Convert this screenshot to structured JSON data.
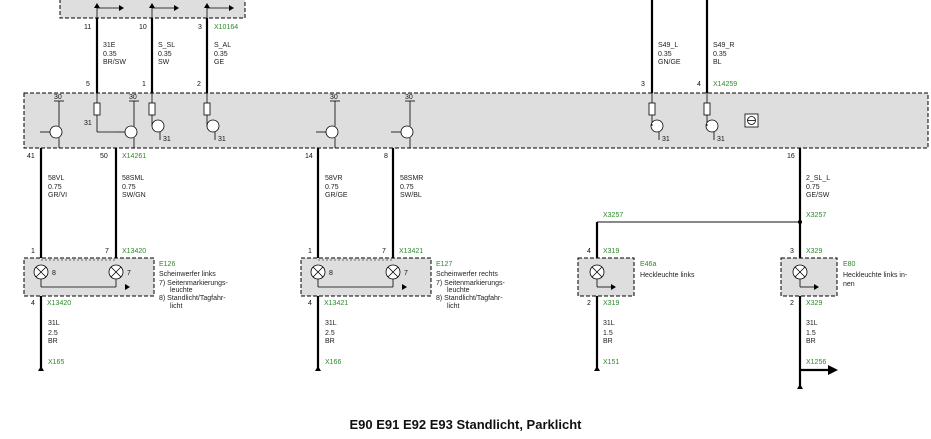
{
  "title": "E90 E91 E92 E93 Standlicht, Parklicht",
  "colors": {
    "connector": "#2a8a2a",
    "module_fill": "#dedede",
    "wire": "#000000"
  },
  "top_pins": [
    {
      "pin": "11",
      "signal": "31E",
      "size": "0.35",
      "color": "BR/SW"
    },
    {
      "pin": "10",
      "signal": "S_SL",
      "size": "0.35",
      "color": "SW"
    },
    {
      "pin": "3",
      "signal": "S_AL",
      "size": "0.35",
      "color": "GE"
    }
  ],
  "top_connector": "X10164",
  "right_inputs": [
    {
      "signal": "S49_L",
      "size": "0.35",
      "color": "GN/GE",
      "pin": "3"
    },
    {
      "signal": "S49_R",
      "size": "0.35",
      "color": "BL",
      "pin": "4"
    }
  ],
  "right_input_connector": "X14259",
  "module_top_pins": [
    "5",
    "1",
    "2"
  ],
  "module_labels": {
    "supply": "30",
    "ground": "31"
  },
  "output_wires": [
    {
      "pin": "41",
      "signal": "58VL",
      "size": "0.75",
      "color": "GR/VI"
    },
    {
      "pin": "50",
      "signal": "58SML",
      "size": "0.75",
      "color": "SW/GN"
    },
    {
      "pin": "14",
      "signal": "58VR",
      "size": "0.75",
      "color": "GR/GE"
    },
    {
      "pin": "8",
      "signal": "58SMR",
      "size": "0.75",
      "color": "SW/BL"
    },
    {
      "pin": "16",
      "signal": "2_SL_L",
      "size": "0.75",
      "color": "GE/SW"
    }
  ],
  "module_connector": "X14261",
  "splice": "X3257",
  "components": [
    {
      "id": "E126",
      "name": "Scheinwerfer links",
      "line1": "7) Seitenmarkierungs-",
      "line2": "leuchte",
      "line3": "8) Standlicht/Tagfahr-",
      "line4": "licht",
      "conn_top": "X13420",
      "conn_bot": "X13420",
      "pin_a": "1",
      "pin_b": "7",
      "pin_c": "4",
      "pin_d": "8",
      "pin_e": "7"
    },
    {
      "id": "E127",
      "name": "Scheinwerfer rechts",
      "line1": "7) Seitenmarkierungs-",
      "line2": "leuchte",
      "line3": "8) Standlicht/Tagfahr-",
      "line4": "licht",
      "conn_top": "X13421",
      "conn_bot": "X13421",
      "pin_a": "1",
      "pin_b": "7",
      "pin_c": "4",
      "pin_d": "8",
      "pin_e": "7"
    },
    {
      "id": "E46a",
      "name": "Heckleuchte links",
      "conn_top": "X319",
      "conn_bot": "X319",
      "pin_a": "4",
      "pin_c": "2"
    },
    {
      "id": "E80",
      "name": "Heckleuchte links in-",
      "name2": "nen",
      "conn_top": "X329",
      "conn_bot": "X329",
      "pin_a": "3",
      "pin_c": "2"
    }
  ],
  "ground_wires": [
    {
      "signal": "31L",
      "size": "2.5",
      "color": "BR",
      "ground": "X165"
    },
    {
      "signal": "31L",
      "size": "2.5",
      "color": "BR",
      "ground": "X166"
    },
    {
      "signal": "31L",
      "size": "1.5",
      "color": "BR",
      "ground": "X151"
    },
    {
      "signal": "31L",
      "size": "1.5",
      "color": "BR",
      "ground": "X1256"
    }
  ]
}
